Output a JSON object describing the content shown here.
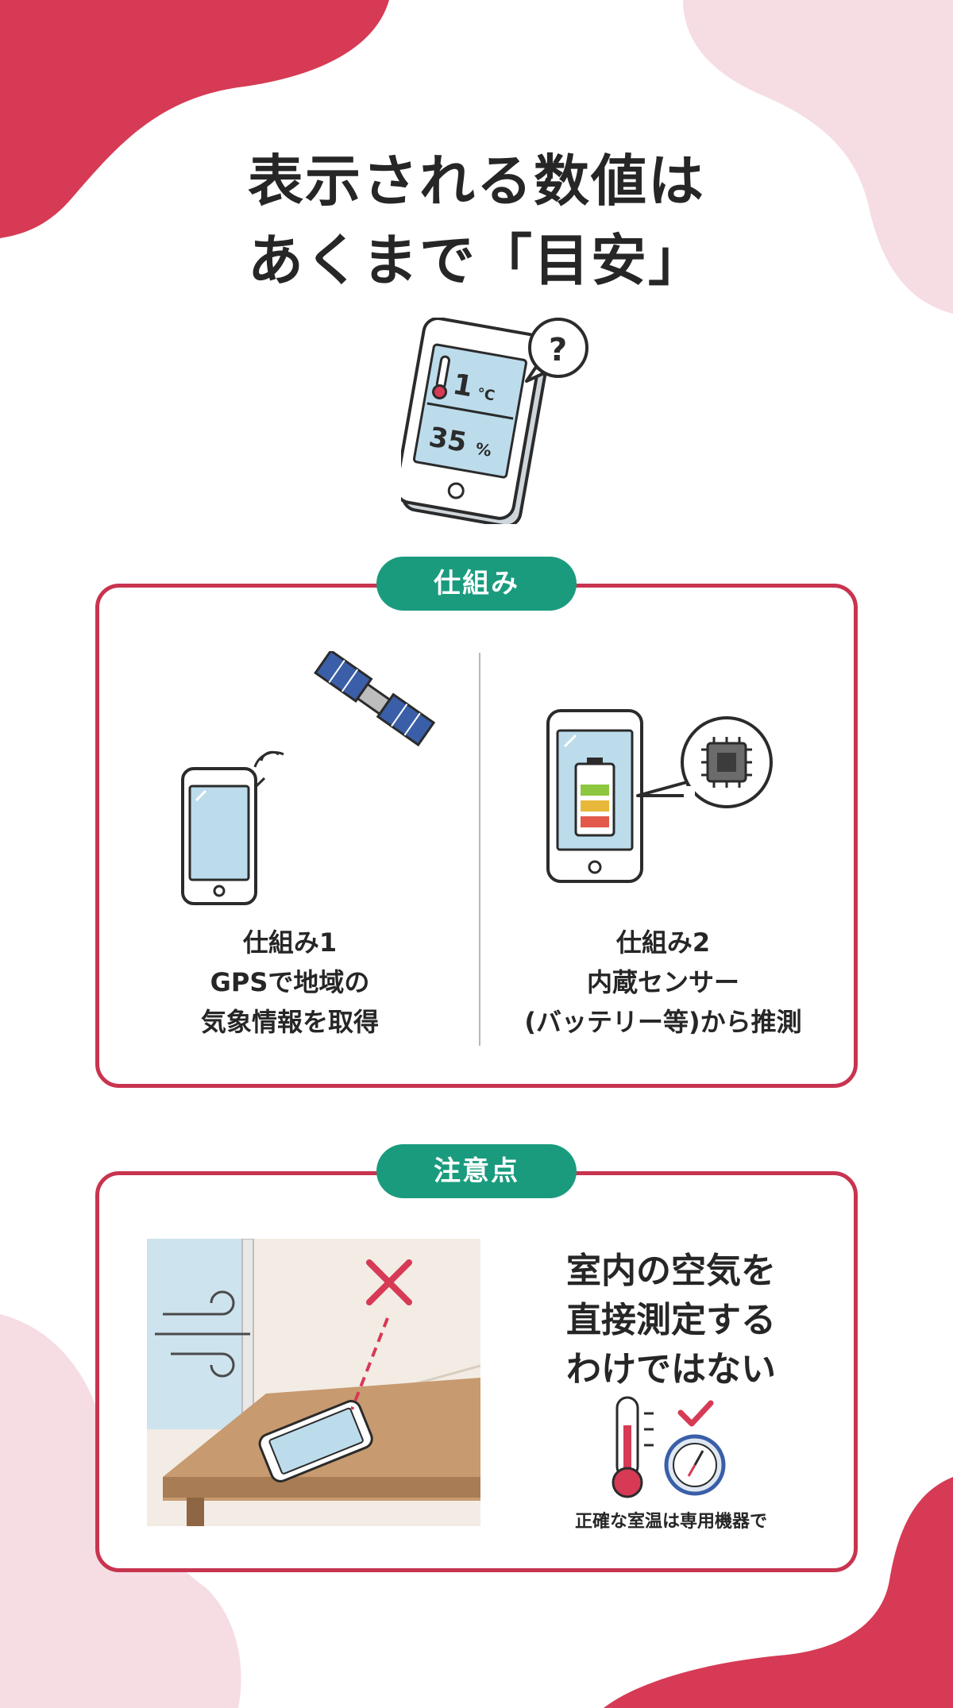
{
  "title": {
    "line1": "表示される数値は",
    "line2": "あくまで「目安」"
  },
  "phone_reading": {
    "temperature": "1",
    "temperature_unit": "°C",
    "humidity": "35",
    "humidity_unit": "%",
    "bubble_mark": "?"
  },
  "mechanism": {
    "label": "仕組み",
    "item1": {
      "line1": "仕組み1",
      "line2": "GPSで地域の",
      "line3": "気象情報を取得"
    },
    "item2": {
      "line1": "仕組み2",
      "line2": "内蔵センサー",
      "line3": "(バッテリー等)から推測"
    }
  },
  "caution": {
    "label": "注意点",
    "line1": "室内の空気を",
    "line2": "直接測定する",
    "line3": "わけではない",
    "note": "正確な室温は専用機器で"
  },
  "colors": {
    "accent_red": "#d63a55",
    "light_pink": "#f6dde3",
    "pill_green": "#1a9b7e",
    "card_border": "#c8344f"
  },
  "icons": [
    "satellite-icon",
    "smartphone-icon",
    "chip-icon",
    "battery-icon",
    "thermometer-icon",
    "compass-icon",
    "check-icon",
    "cross-icon",
    "wind-icon",
    "question-icon"
  ]
}
